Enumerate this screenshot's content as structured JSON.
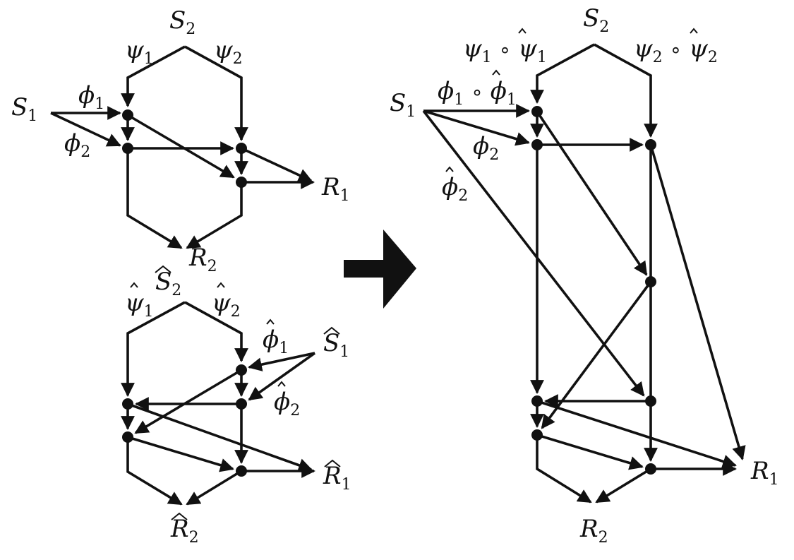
{
  "labels": {
    "top_left": {
      "S2": {
        "base": "S",
        "sub": "2"
      },
      "psi1": {
        "base": "ψ",
        "sub": "1"
      },
      "psi2": {
        "base": "ψ",
        "sub": "2"
      },
      "S1": {
        "base": "S",
        "sub": "1"
      },
      "phi1": {
        "base": "ϕ",
        "sub": "1"
      },
      "phi2": {
        "base": "ϕ",
        "sub": "2"
      },
      "R1": {
        "base": "R",
        "sub": "1"
      },
      "R2": {
        "base": "R",
        "sub": "2"
      }
    },
    "bottom_left": {
      "S2": {
        "base": "S",
        "sub": "2",
        "hat": "wide"
      },
      "psi1": {
        "base": "ψ",
        "sub": "1",
        "hat": "small"
      },
      "psi2": {
        "base": "ψ",
        "sub": "2",
        "hat": "small"
      },
      "S1": {
        "base": "S",
        "sub": "1",
        "hat": "wide"
      },
      "phi1": {
        "base": "ϕ",
        "sub": "1",
        "hat": "small"
      },
      "phi2": {
        "base": "ϕ",
        "sub": "2",
        "hat": "small"
      },
      "R1": {
        "base": "R",
        "sub": "1",
        "hat": "wide"
      },
      "R2": {
        "base": "R",
        "sub": "2",
        "hat": "wide"
      }
    },
    "right": {
      "S2": {
        "base": "S",
        "sub": "2"
      },
      "psi1": {
        "base": "ψ",
        "sub": "1",
        "compose_with": {
          "base": "ψ",
          "sub": "1",
          "hat": "small"
        }
      },
      "psi2": {
        "base": "ψ",
        "sub": "2",
        "compose_with": {
          "base": "ψ",
          "sub": "2",
          "hat": "small"
        }
      },
      "S1": {
        "base": "S",
        "sub": "1"
      },
      "phi1": {
        "base": "ϕ",
        "sub": "1",
        "compose_with": {
          "base": "ϕ",
          "sub": "1",
          "hat": "small"
        }
      },
      "phi2": {
        "base": "ϕ",
        "sub": "2"
      },
      "phi2_hat": {
        "base": "ϕ",
        "sub": "2",
        "hat": "small"
      },
      "R1": {
        "base": "R",
        "sub": "1"
      },
      "R2": {
        "base": "R",
        "sub": "2"
      }
    },
    "compose_symbol": "∘"
  },
  "colors": {
    "ink": "#111111",
    "background": "#ffffff"
  },
  "icons": {
    "transform_arrow": "right-arrow-icon"
  }
}
